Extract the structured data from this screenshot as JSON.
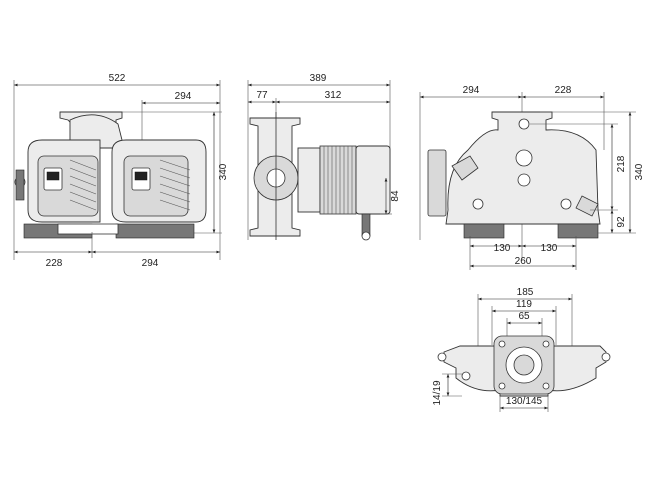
{
  "colors": {
    "line": "#333333",
    "fill": "#ececec",
    "background": "#ffffff"
  },
  "front_view": {
    "overall_width": "522",
    "right_width": "294",
    "height": "340",
    "left_bottom": "228",
    "right_bottom": "294"
  },
  "side_view": {
    "overall_width": "389",
    "left_offset": "77",
    "right_offset": "312",
    "height": "84"
  },
  "rear_view": {
    "left_width": "294",
    "right_width": "228",
    "height_full": "340",
    "height_upper": "218",
    "height_lower": "92",
    "left_half": "130",
    "right_half": "130",
    "total_bottom": "260"
  },
  "bottom_view": {
    "outer": "185",
    "middle": "119",
    "inner": "65",
    "bolt": "130/145",
    "thickness": "14/19"
  }
}
